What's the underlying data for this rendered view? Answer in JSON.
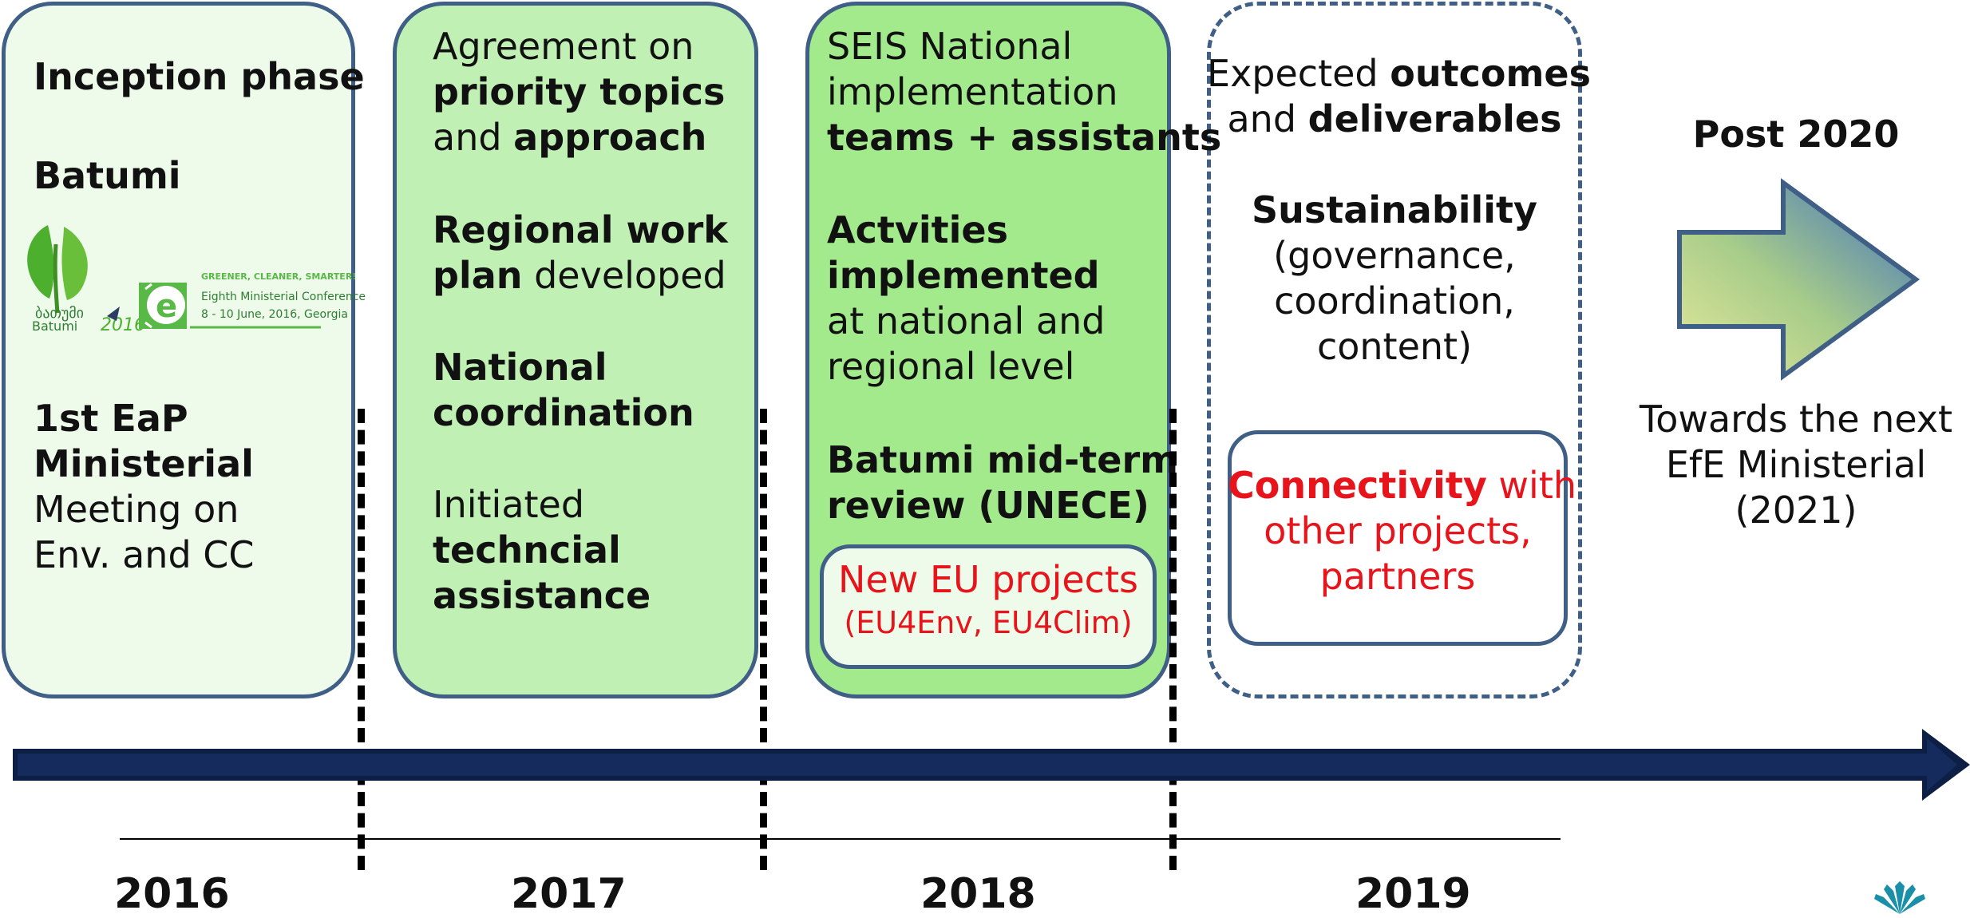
{
  "phases": {
    "inception": {
      "title": "Inception phase",
      "location": "Batumi",
      "meeting_line1": "1st EaP",
      "meeting_line2": "Ministerial",
      "meeting_line3": "Meeting on",
      "meeting_line4": "Env. and CC"
    },
    "year2017": {
      "p1_l1": "Agreement on",
      "p1_l2": "priority topics",
      "p1_l3_a": "and ",
      "p1_l3_b": "approach",
      "p2_l1": "Regional work",
      "p2_l2_a": "plan",
      "p2_l2_b": " developed",
      "p3_l1": "National",
      "p3_l2": "coordination",
      "p4_l1": "Initiated",
      "p4_l2": "techncial",
      "p4_l3": "assistance"
    },
    "year2018": {
      "p1_l1": "SEIS National",
      "p1_l2": "implementation",
      "p1_l3": "teams + assistants",
      "p2_l1": "Actvities",
      "p2_l2": "implemented",
      "p2_l3": "at national and",
      "p2_l4": "regional level",
      "p3_l1": "Batumi mid-term",
      "p3_l2": "review (UNECE)",
      "eu_title": "New EU projects",
      "eu_sub": "(EU4Env, EU4Clim)"
    },
    "year2019": {
      "l1_a": "Expected ",
      "l1_b": "outcomes",
      "l2_a": "and ",
      "l2_b": "deliverables",
      "sust_title": "Sustainability",
      "sust_l1": "(governance,",
      "sust_l2": "coordination,",
      "sust_l3": "content)",
      "conn_l1_a": "Connectivity",
      "conn_l1_b": " with",
      "conn_l2": "other projects,",
      "conn_l3": "partners"
    }
  },
  "logo": {
    "batumi_script": "ბათუმი",
    "batumi_name": "Batumi",
    "batumi_year": "2016",
    "e_letter": "e",
    "tagline": "GREENER, CLEANER, SMARTER!",
    "conference": "Eighth Ministerial Conference",
    "dates": "8 - 10  June, 2016, Georgia"
  },
  "post": {
    "title": "Post 2020",
    "l1": "Towards the next",
    "l2": "EfE Ministerial",
    "l3": "(2021)"
  },
  "years": [
    "2016",
    "2017",
    "2018",
    "2019"
  ],
  "colors": {
    "box_border": "#3f5f86",
    "inception_fill": "#eefaea",
    "fill_2017": "#c0f0b3",
    "fill_2018": "#a2ea8c",
    "highlight_red": "#e8141b",
    "timeline_navy": "#0d1f45"
  }
}
